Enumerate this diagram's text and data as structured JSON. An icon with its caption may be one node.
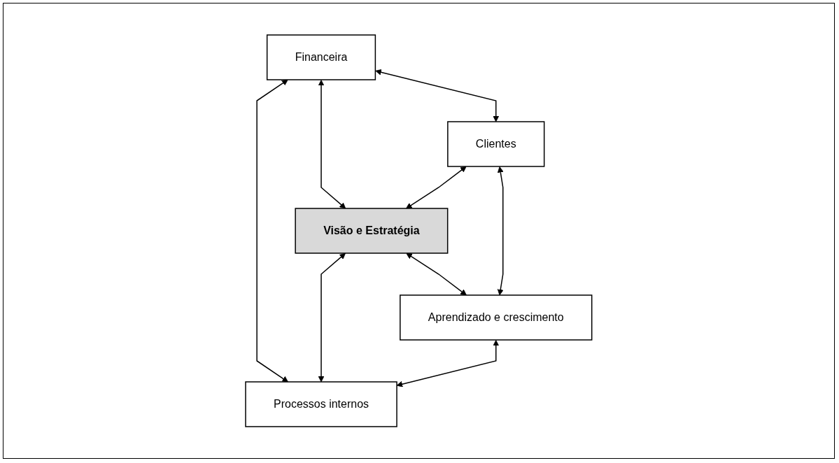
{
  "diagram": {
    "nodes": [
      {
        "text": [
          "Financeira"
        ]
      },
      {
        "text": [
          "Clientes"
        ]
      },
      {
        "text": [
          "Visão e Estratégia"
        ]
      },
      {
        "text": [
          "Processos internos"
        ]
      },
      {
        "text": [
          "Aprendizado e crescimento"
        ]
      }
    ],
    "edges": [
      {
        "from": 0,
        "to": 1,
        "arrow": "both"
      },
      {
        "from": 0,
        "to": 2,
        "arrow": "both"
      },
      {
        "from": 0,
        "to": 3,
        "arrow": "both"
      },
      {
        "from": 1,
        "to": 2,
        "arrow": "both"
      },
      {
        "from": 2,
        "to": 3,
        "arrow": "both"
      },
      {
        "from": 2,
        "to": 4,
        "arrow": "both"
      },
      {
        "from": 1,
        "to": 4,
        "arrow": "both"
      },
      {
        "from": 4,
        "to": 3,
        "arrow": "both"
      }
    ]
  }
}
